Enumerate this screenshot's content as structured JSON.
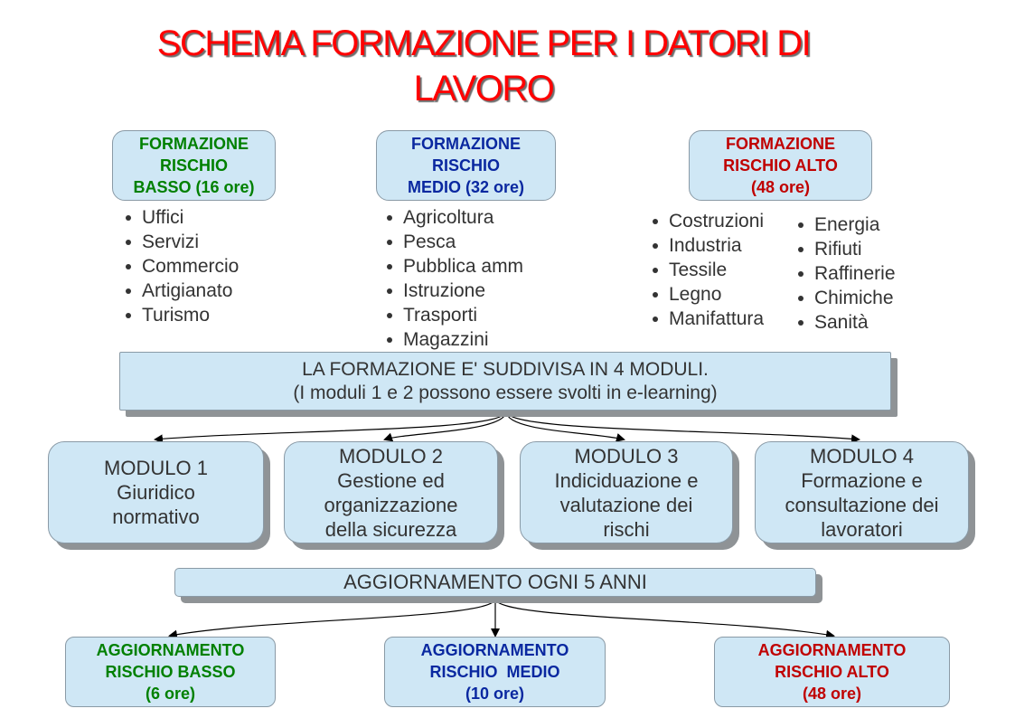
{
  "title": {
    "line1": "SCHEMA FORMAZIONE PER I DATORI DI",
    "line2": "LAVORO"
  },
  "headers": [
    {
      "lines": [
        "FORMAZIONE",
        "RISCHIO",
        "BASSO (16 ore)"
      ],
      "color": "#008000"
    },
    {
      "lines": [
        "FORMAZIONE",
        "RISCHIO",
        "MEDIO (32 ore)"
      ],
      "color": "#0a28a0"
    },
    {
      "lines": [
        "FORMAZIONE",
        "RISCHIO ALTO",
        "(48 ore)"
      ],
      "color": "#c00000"
    }
  ],
  "lists": {
    "basso": [
      "Uffici",
      "Servizi",
      "Commercio",
      "Artigianato",
      "Turismo"
    ],
    "medio": [
      "Agricoltura",
      "Pesca",
      "Pubblica amm",
      "Istruzione",
      "Trasporti",
      "Magazzini"
    ],
    "alto_a": [
      "Costruzioni",
      "Industria",
      "Tessile",
      "Legno",
      "Manifattura"
    ],
    "alto_b": [
      "Energia",
      "Rifiuti",
      "Raffinerie",
      "Chimiche",
      "Sanità"
    ]
  },
  "summary": {
    "line1": "LA FORMAZIONE E' SUDDIVISA IN 4 MODULI.",
    "line2": "(I moduli 1 e 2 possono essere svolti in e-learning)"
  },
  "modules": [
    {
      "lines": [
        "MODULO 1",
        "Giuridico",
        "normativo"
      ]
    },
    {
      "lines": [
        "MODULO 2",
        "Gestione ed",
        "organizzazione",
        "della sicurezza"
      ]
    },
    {
      "lines": [
        "MODULO 3",
        "Indiciduazione e",
        "valutazione dei",
        "rischi"
      ]
    },
    {
      "lines": [
        "MODULO 4",
        "Formazione e",
        "consultazione dei",
        "lavoratori"
      ]
    }
  ],
  "aggiornamento": {
    "label": "AGGIORNAMENTO OGNI 5 ANNI"
  },
  "updates": [
    {
      "lines": [
        "AGGIORNAMENTO",
        "RISCHIO BASSO",
        "(6 ore)"
      ],
      "color": "#008000"
    },
    {
      "lines": [
        "AGGIORNAMENTO",
        "RISCHIO  MEDIO",
        "(10 ore)"
      ],
      "color": "#0a28a0"
    },
    {
      "lines": [
        "AGGIORNAMENTO",
        "RISCHIO ALTO",
        "(48 ore)"
      ],
      "color": "#c00000"
    }
  ]
}
